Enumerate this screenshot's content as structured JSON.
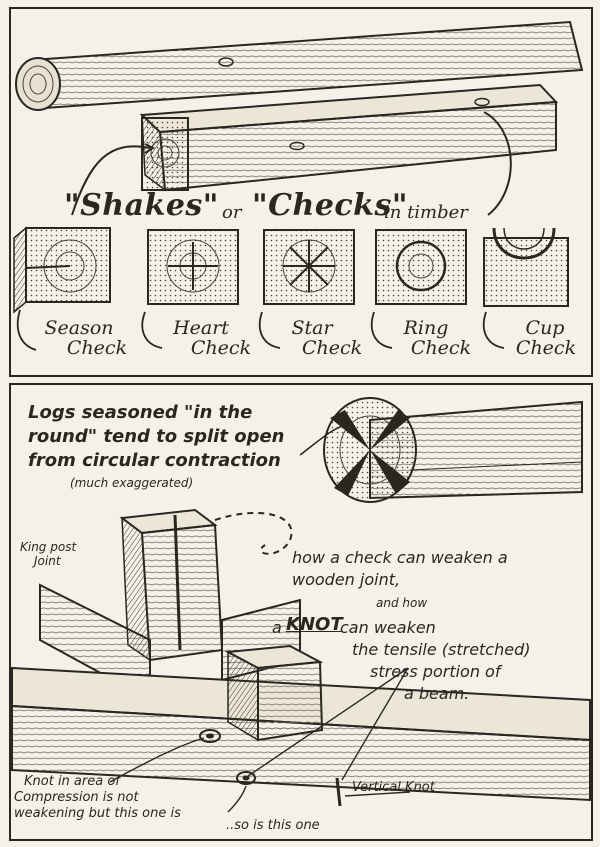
{
  "panel_top": {
    "title_word1": "\"Shakes\"",
    "title_or": "or",
    "title_word2": "\"Checks\"",
    "title_rest": "in timber",
    "checks": [
      {
        "line1": "Season",
        "line2": "Check"
      },
      {
        "line1": "Heart",
        "line2": "Check"
      },
      {
        "line1": "Star",
        "line2": "Check"
      },
      {
        "line1": "Ring",
        "line2": "Check"
      },
      {
        "line1": "Cup",
        "line2": "Check"
      }
    ]
  },
  "panel_bottom": {
    "logs_line1": "Logs seasoned \"in the",
    "logs_line2": "round\" tend to split open",
    "logs_line3": "from circular contraction",
    "logs_note": "(much exaggerated)",
    "king_post_line1": "King post",
    "king_post_line2": "Joint",
    "check_line1": "how a check can weaken a",
    "check_line2": "wooden joint,",
    "and_how": "and how",
    "knot_a": "a",
    "knot_word": "KNOT",
    "knot_line1_rest": "can weaken",
    "knot_line2": "the tensile (stretched)",
    "knot_line3": "stress portion of",
    "knot_line4": "a beam.",
    "compression_line1": "Knot in area of",
    "compression_line2": "Compression is not",
    "compression_line3": "weakening but this one is",
    "so_is_this": "..so is this one",
    "vertical_knot": "Vertical Knot"
  }
}
